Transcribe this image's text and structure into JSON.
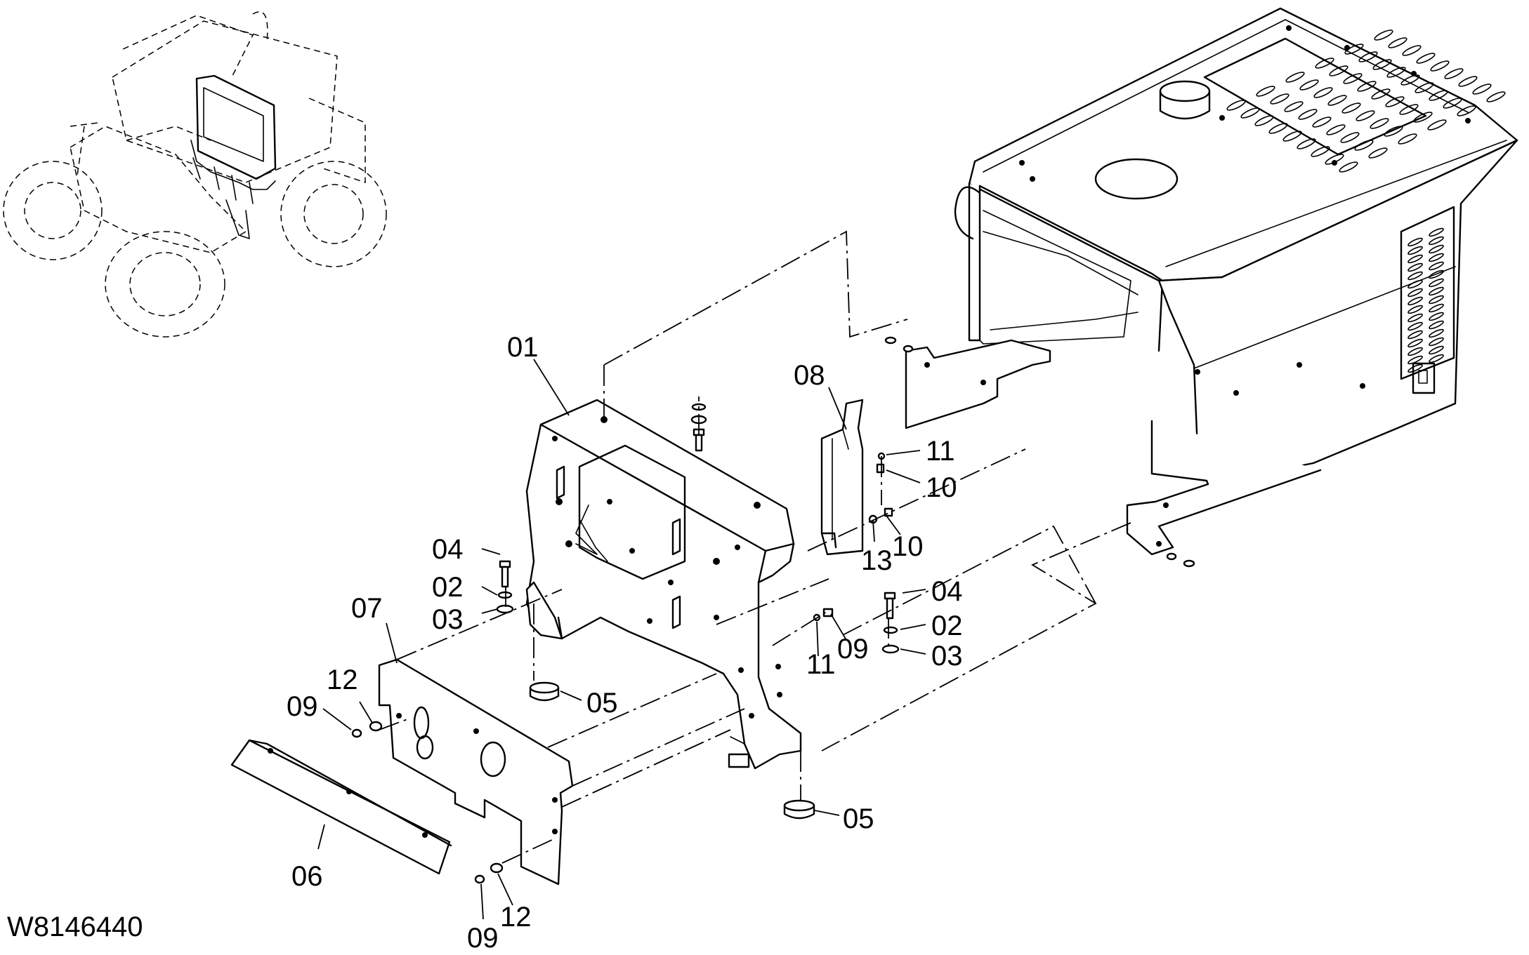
{
  "drawing_code": "W8146440",
  "callouts": [
    {
      "id": "c01a",
      "label": "01"
    },
    {
      "id": "c08a",
      "label": "08"
    },
    {
      "id": "c11a",
      "label": "11"
    },
    {
      "id": "c10a",
      "label": "10"
    },
    {
      "id": "c13a",
      "label": "13"
    },
    {
      "id": "c10b",
      "label": "10"
    },
    {
      "id": "c04a",
      "label": "04"
    },
    {
      "id": "c02a",
      "label": "02"
    },
    {
      "id": "c03a",
      "label": "03"
    },
    {
      "id": "c07a",
      "label": "07"
    },
    {
      "id": "c04b",
      "label": "04"
    },
    {
      "id": "c02b",
      "label": "02"
    },
    {
      "id": "c03b",
      "label": "03"
    },
    {
      "id": "c11b",
      "label": "11"
    },
    {
      "id": "c09a",
      "label": "09"
    },
    {
      "id": "c12a",
      "label": "12"
    },
    {
      "id": "c09b",
      "label": "09"
    },
    {
      "id": "c05a",
      "label": "05"
    },
    {
      "id": "c05b",
      "label": "05"
    },
    {
      "id": "c06a",
      "label": "06"
    },
    {
      "id": "c09c",
      "label": "09"
    },
    {
      "id": "c12b",
      "label": "12"
    }
  ]
}
